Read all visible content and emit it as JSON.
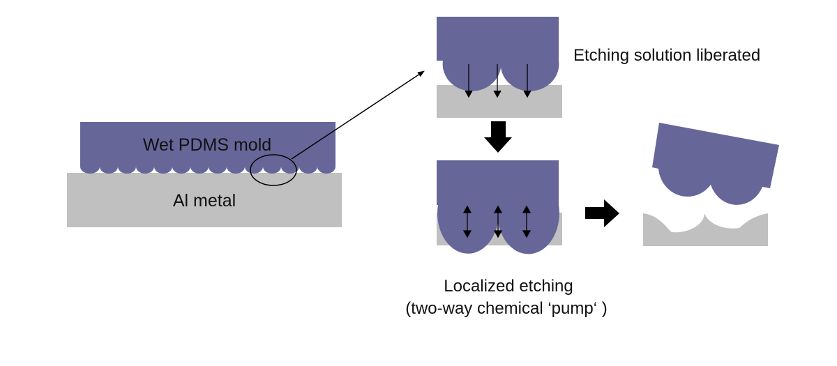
{
  "labels": {
    "mold": "Wet PDMS mold",
    "metal": "Al metal",
    "liberated": "Etching solution liberated",
    "localized_line1": "Localized etching",
    "localized_line2": "(two-way chemical ‘pump‘ )"
  },
  "colors": {
    "mold": "#676699",
    "metal": "#c0c0c0",
    "ink": "#000000",
    "background": "#ffffff"
  }
}
